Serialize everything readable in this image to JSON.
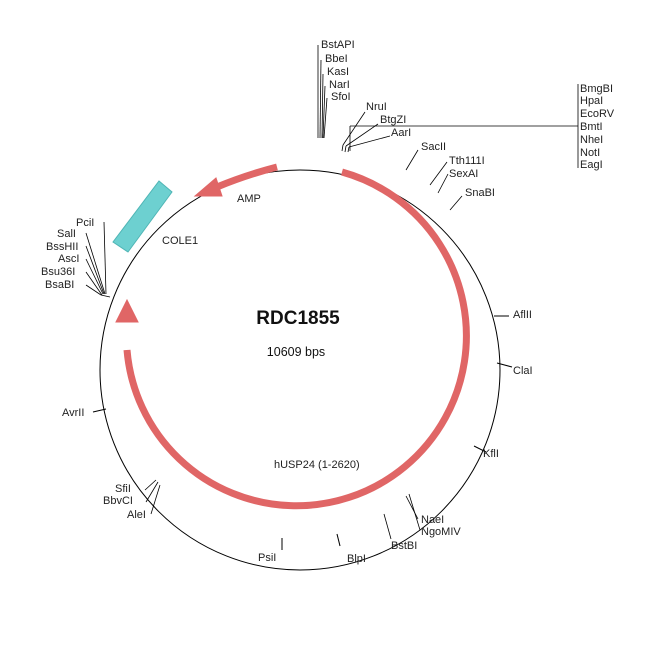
{
  "plasmid": {
    "name": "RDC1855",
    "size_label": "10609 bps"
  },
  "features": [
    {
      "id": "hUSP24",
      "label": "hUSP24 (1-2620)",
      "type": "arrow",
      "color": "#e06666"
    },
    {
      "id": "AMP",
      "label": "AMP",
      "type": "arrow",
      "color": "#e06666"
    },
    {
      "id": "COLE1",
      "label": "COLE1",
      "type": "box",
      "color": "#6dd0d0"
    }
  ],
  "sites": {
    "top_stack": [
      "BstAPI",
      "BbeI",
      "KasI",
      "NarI",
      "SfoI"
    ],
    "mid_top": [
      "NruI",
      "BtgZI",
      "AarI"
    ],
    "right_stack": [
      "BmgBI",
      "HpaI",
      "EcoRV",
      "BmtI",
      "NheI",
      "NotI",
      "EagI"
    ],
    "right_arc": [
      "SacII",
      "Tth111I",
      "SexAI",
      "SnaBI"
    ],
    "right_side": [
      "AflII",
      "ClaI",
      "KflI"
    ],
    "bottom_right": [
      "NaeI",
      "NgoMIV",
      "BstBI",
      "BlpI",
      "PsiI"
    ],
    "bottom_left": [
      "SfiI",
      "BbvCI",
      "AleI"
    ],
    "left_side": [
      "AvrII"
    ],
    "left_stack": [
      "PciI",
      "SalI",
      "BssHII",
      "AscI",
      "Bsu36I",
      "BsaBI"
    ]
  }
}
